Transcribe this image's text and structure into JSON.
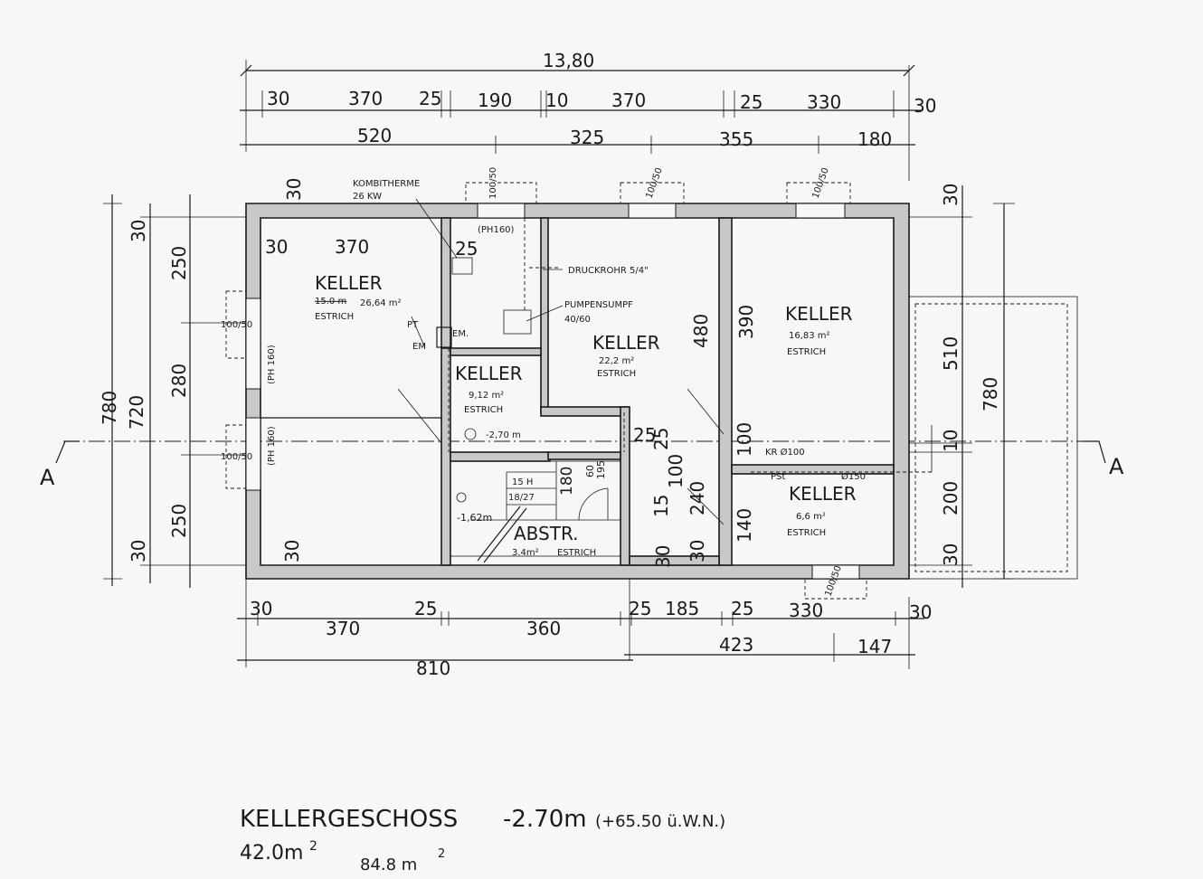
{
  "plan": {
    "title": "KELLERGESCHOSS",
    "level": "-2.70m",
    "elevation": "(+65.50 ü.W.N.)",
    "area": "42.0m",
    "area_sup": "2",
    "area2": "84.8 m",
    "area2_sup": "2"
  },
  "section": {
    "left": "A",
    "right": "A"
  },
  "rooms": [
    {
      "name": "KELLER",
      "area_old": "15.0 m",
      "area": "26,64 m²",
      "floor": "ESTRICH"
    },
    {
      "name": "KELLER",
      "area": "9,12 m²",
      "floor": "ESTRICH",
      "level": "-2,70 m"
    },
    {
      "name": "KELLER",
      "area": "22,2 m²",
      "floor": "ESTRICH"
    },
    {
      "name": "KELLER",
      "area": "16,83 m²",
      "floor": "ESTRICH"
    },
    {
      "name": "KELLER",
      "area": "6,6 m²",
      "floor": "ESTRICH"
    },
    {
      "name": "ABSTR.",
      "area": "3.4m²",
      "floor": "ESTRICH"
    }
  ],
  "annotations": {
    "kombitherme": "KOMBITHERME",
    "kombitherme_kw": "26 KW",
    "druckrohr": "DRUCKROHR 5/4\"",
    "pumpensumpf": "PUMPENSUMPF",
    "pumpensumpf_size": "40/60",
    "ph160": "(PH 160)",
    "ph160b": "(PH160)",
    "em1": "EM.",
    "em2": "EM",
    "pt": "PT",
    "stairs_steps": "15 H",
    "stairs_ratio": "18/27",
    "stair_level": "-1,62m",
    "window_label": "100/50",
    "sewer": "PSt",
    "sewer_dn": "Ø150",
    "kr": "KR Ø100"
  },
  "dimensions": {
    "top_total": "13,80",
    "top_row1": [
      "30",
      "370",
      "25",
      "190",
      "10",
      "370",
      "25",
      "330",
      "30"
    ],
    "top_row2": [
      "520",
      "325",
      "355",
      "180"
    ],
    "bottom_row1": [
      "30",
      "25",
      "25",
      "185",
      "25",
      "330",
      "30"
    ],
    "bottom_row2": [
      "370",
      "360",
      "423",
      "147"
    ],
    "bottom_total": "810",
    "left_total": "780",
    "left_inner": "720",
    "left_parts": [
      "30",
      "250",
      "280",
      "250",
      "30"
    ],
    "right_parts": [
      "30",
      "510",
      "10",
      "200",
      "30"
    ],
    "right_total": "780",
    "inner": [
      "30",
      "30",
      "370",
      "25",
      "30",
      "480",
      "390",
      "100",
      "25",
      "240",
      "15",
      "100",
      "30",
      "140",
      "60",
      "195",
      "180",
      "30"
    ]
  }
}
